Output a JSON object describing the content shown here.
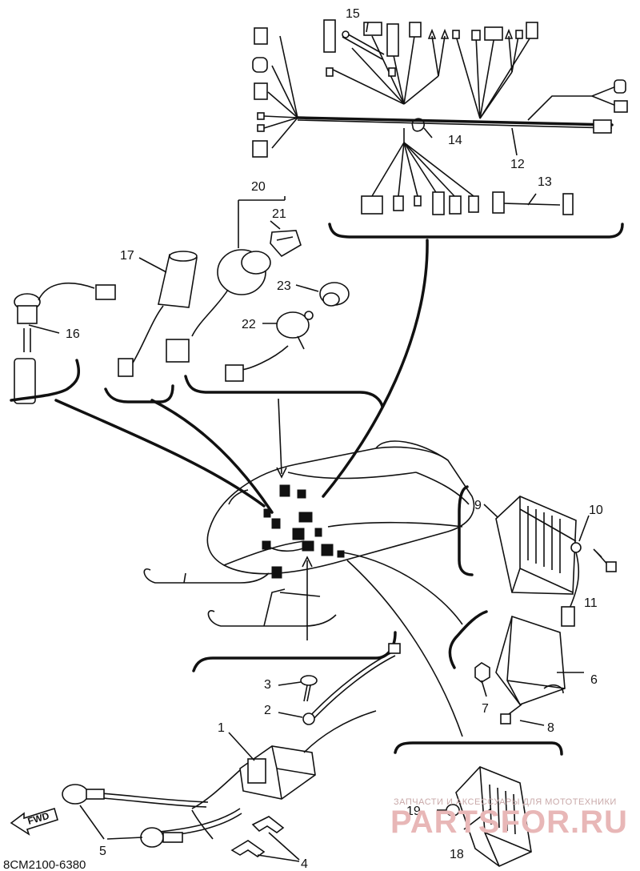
{
  "diagram": {
    "code": "8CM2100-6380",
    "fwd_label": "FWD",
    "watermark": {
      "top": "ЗАПЧАСТИ И АКСЕССУАРЫ ДЛЯ МОТОТЕХНИКИ",
      "brand": "PARTSFOR.RU"
    },
    "callouts": {
      "c1": "1",
      "c2": "2",
      "c3": "3",
      "c4": "4",
      "c5": "5",
      "c6": "6",
      "c7": "7",
      "c8": "8",
      "c9": "9",
      "c10": "10",
      "c11": "11",
      "c12": "12",
      "c13": "13",
      "c14": "14",
      "c15": "15",
      "c16": "16",
      "c17": "17",
      "c18": "18",
      "c19": "19",
      "c20": "20",
      "c21": "21",
      "c22": "22",
      "c23": "23"
    }
  }
}
